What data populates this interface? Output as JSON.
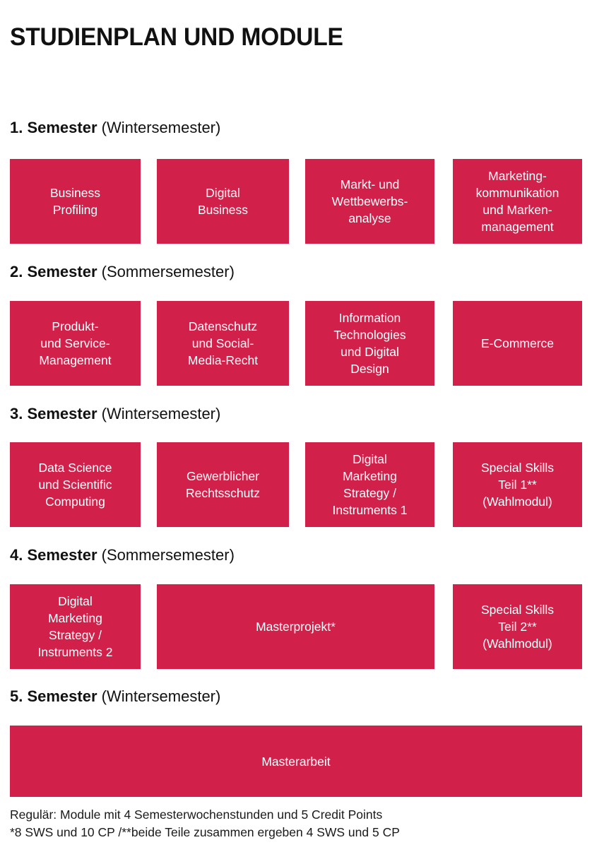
{
  "title": "STUDIENPLAN UND MODULE",
  "accent_color": "#d1214b",
  "text_color": "#1a1a1a",
  "box_text_color": "#ffffff",
  "semesters": [
    {
      "label": "1. Semester",
      "term": " (Wintersemester)",
      "modules": [
        {
          "text": "Business\nProfiling"
        },
        {
          "text": "Digital\nBusiness"
        },
        {
          "text": "Markt- und\nWettbewerbs-\nanalyse"
        },
        {
          "text": "Marketing-\nkommunikation\nund Marken-\nmanagement"
        }
      ]
    },
    {
      "label": "2. Semester",
      "term": " (Sommersemester)",
      "modules": [
        {
          "text": "Produkt-\nund Service-\nManagement"
        },
        {
          "text": "Datenschutz\nund Social-\nMedia-Recht"
        },
        {
          "text": "Information\nTechnologies\nund Digital\nDesign"
        },
        {
          "text": "E-Commerce"
        }
      ]
    },
    {
      "label": "3. Semester",
      "term": " (Wintersemester)",
      "modules": [
        {
          "text": "Data Science\nund Scientific\nComputing"
        },
        {
          "text": "Gewerblicher\nRechtsschutz"
        },
        {
          "text": "Digital\nMarketing\nStrategy /\nInstruments 1"
        },
        {
          "text": "Special Skills\nTeil 1**\n(Wahlmodul)"
        }
      ]
    },
    {
      "label": "4. Semester",
      "term": " (Sommersemester)",
      "modules": [
        {
          "text": "Digital\nMarketing\nStrategy /\nInstruments 2"
        },
        {
          "text": "Masterprojekt*"
        },
        {
          "text": "Special Skills\nTeil 2**\n(Wahlmodul)"
        }
      ]
    },
    {
      "label": "5. Semester",
      "term": " (Wintersemester)",
      "modules": [
        {
          "text": "Masterarbeit"
        }
      ]
    }
  ],
  "footnotes": [
    "Regulär: Module mit 4 Semesterwochenstunden und 5 Credit Points",
    "*8 SWS und 10 CP /**beide Teile zusammen ergeben 4 SWS und 5 CP"
  ]
}
